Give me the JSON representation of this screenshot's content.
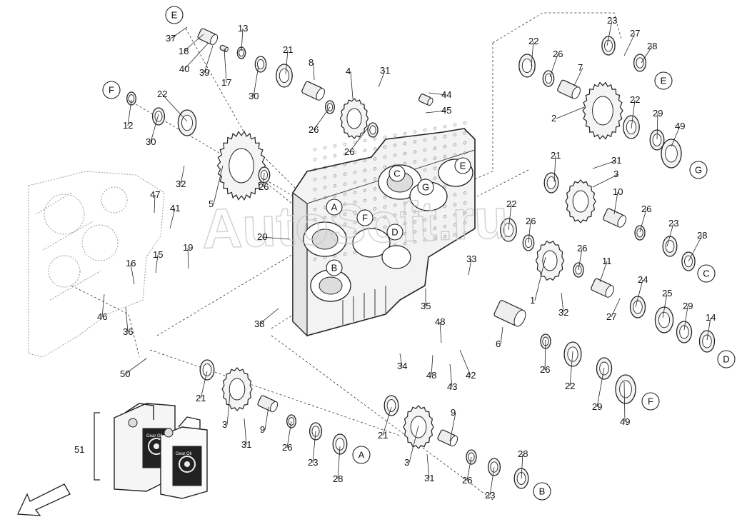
{
  "watermark": "AutoSoft.ru",
  "labels": [
    {
      "id": "37a",
      "text": "37"
    },
    {
      "id": "18",
      "text": "18"
    },
    {
      "id": "40",
      "text": "40"
    },
    {
      "id": "39",
      "text": "39"
    },
    {
      "id": "17",
      "text": "17"
    },
    {
      "id": "13",
      "text": "13"
    },
    {
      "id": "30a",
      "text": "30"
    },
    {
      "id": "21a",
      "text": "21"
    },
    {
      "id": "8",
      "text": "8"
    },
    {
      "id": "4",
      "text": "4"
    },
    {
      "id": "31a",
      "text": "31"
    },
    {
      "id": "26a",
      "text": "26"
    },
    {
      "id": "26b",
      "text": "26"
    },
    {
      "id": "44",
      "text": "44"
    },
    {
      "id": "45",
      "text": "45"
    },
    {
      "id": "12",
      "text": "12"
    },
    {
      "id": "30b",
      "text": "30"
    },
    {
      "id": "22a",
      "text": "22"
    },
    {
      "id": "32a",
      "text": "32"
    },
    {
      "id": "5",
      "text": "5"
    },
    {
      "id": "26c",
      "text": "26"
    },
    {
      "id": "47",
      "text": "47"
    },
    {
      "id": "41",
      "text": "41"
    },
    {
      "id": "20",
      "text": "20"
    },
    {
      "id": "15",
      "text": "15"
    },
    {
      "id": "19",
      "text": "19"
    },
    {
      "id": "16",
      "text": "16"
    },
    {
      "id": "46",
      "text": "46"
    },
    {
      "id": "36",
      "text": "36"
    },
    {
      "id": "38",
      "text": "38"
    },
    {
      "id": "35",
      "text": "35"
    },
    {
      "id": "33",
      "text": "33"
    },
    {
      "id": "48a",
      "text": "48"
    },
    {
      "id": "34",
      "text": "34"
    },
    {
      "id": "48b",
      "text": "48"
    },
    {
      "id": "42",
      "text": "42"
    },
    {
      "id": "43",
      "text": "43"
    },
    {
      "id": "50",
      "text": "50"
    },
    {
      "id": "21b",
      "text": "21"
    },
    {
      "id": "3a",
      "text": "3"
    },
    {
      "id": "9a",
      "text": "9"
    },
    {
      "id": "31b",
      "text": "31"
    },
    {
      "id": "26d",
      "text": "26"
    },
    {
      "id": "23a",
      "text": "23"
    },
    {
      "id": "28a",
      "text": "28"
    },
    {
      "id": "51",
      "text": "51"
    },
    {
      "id": "21c",
      "text": "21"
    },
    {
      "id": "3b",
      "text": "3"
    },
    {
      "id": "9b",
      "text": "9"
    },
    {
      "id": "31c",
      "text": "31"
    },
    {
      "id": "26e",
      "text": "26"
    },
    {
      "id": "23b",
      "text": "23"
    },
    {
      "id": "28b",
      "text": "28"
    },
    {
      "id": "23c",
      "text": "23"
    },
    {
      "id": "27a",
      "text": "27"
    },
    {
      "id": "28c",
      "text": "28"
    },
    {
      "id": "22b",
      "text": "22"
    },
    {
      "id": "26f",
      "text": "26"
    },
    {
      "id": "7",
      "text": "7"
    },
    {
      "id": "2",
      "text": "2"
    },
    {
      "id": "22c",
      "text": "22"
    },
    {
      "id": "29a",
      "text": "29"
    },
    {
      "id": "49a",
      "text": "49"
    },
    {
      "id": "21d",
      "text": "21"
    },
    {
      "id": "31d",
      "text": "31"
    },
    {
      "id": "3c",
      "text": "3"
    },
    {
      "id": "10",
      "text": "10"
    },
    {
      "id": "26g",
      "text": "26"
    },
    {
      "id": "23d",
      "text": "23"
    },
    {
      "id": "28d",
      "text": "28"
    },
    {
      "id": "22d",
      "text": "22"
    },
    {
      "id": "26h",
      "text": "26"
    },
    {
      "id": "26i",
      "text": "26"
    },
    {
      "id": "11",
      "text": "11"
    },
    {
      "id": "1",
      "text": "1"
    },
    {
      "id": "32b",
      "text": "32"
    },
    {
      "id": "24",
      "text": "24"
    },
    {
      "id": "25",
      "text": "25"
    },
    {
      "id": "29b",
      "text": "29"
    },
    {
      "id": "14",
      "text": "14"
    },
    {
      "id": "27b",
      "text": "27"
    },
    {
      "id": "6",
      "text": "6"
    },
    {
      "id": "26j",
      "text": "26"
    },
    {
      "id": "22e",
      "text": "22"
    },
    {
      "id": "29c",
      "text": "29"
    },
    {
      "id": "49b",
      "text": "49"
    }
  ],
  "circle_letters": [
    {
      "id": "E1",
      "text": "E"
    },
    {
      "id": "F1",
      "text": "F"
    },
    {
      "id": "E2",
      "text": "E"
    },
    {
      "id": "G1",
      "text": "G"
    },
    {
      "id": "C1",
      "text": "C"
    },
    {
      "id": "D1",
      "text": "D"
    },
    {
      "id": "F2",
      "text": "F"
    },
    {
      "id": "A1",
      "text": "A"
    },
    {
      "id": "B1",
      "text": "B"
    },
    {
      "id": "hA",
      "text": "A"
    },
    {
      "id": "hB",
      "text": "B"
    },
    {
      "id": "hC",
      "text": "C"
    },
    {
      "id": "hD",
      "text": "D"
    },
    {
      "id": "hE",
      "text": "E"
    },
    {
      "id": "hF",
      "text": "F"
    },
    {
      "id": "hG",
      "text": "G"
    }
  ],
  "oil_can_label": "Gear Oil"
}
